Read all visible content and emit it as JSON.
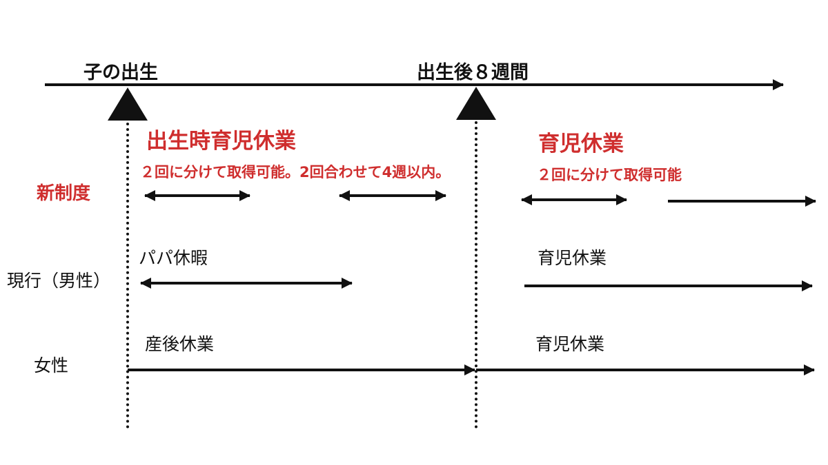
{
  "colors": {
    "accent_red": "#cf2e2e",
    "ink": "#111111",
    "background": "#ffffff"
  },
  "timeline": {
    "birth_label": "子の出生",
    "eight_weeks_label": "出生後８週間"
  },
  "rows": {
    "new_system": {
      "row_label": "新制度",
      "left_title": "出生時育児休業",
      "left_subtitle": "２回に分けて取得可能。2回合わせて4週以内。",
      "right_title": "育児休業",
      "right_subtitle": "２回に分けて取得可能"
    },
    "current_male": {
      "row_label": "現行（男性）",
      "left_title": "パパ休暇",
      "right_title": "育児休業"
    },
    "female": {
      "row_label": "女性",
      "left_title": "産後休業",
      "right_title": "育児休業"
    }
  }
}
